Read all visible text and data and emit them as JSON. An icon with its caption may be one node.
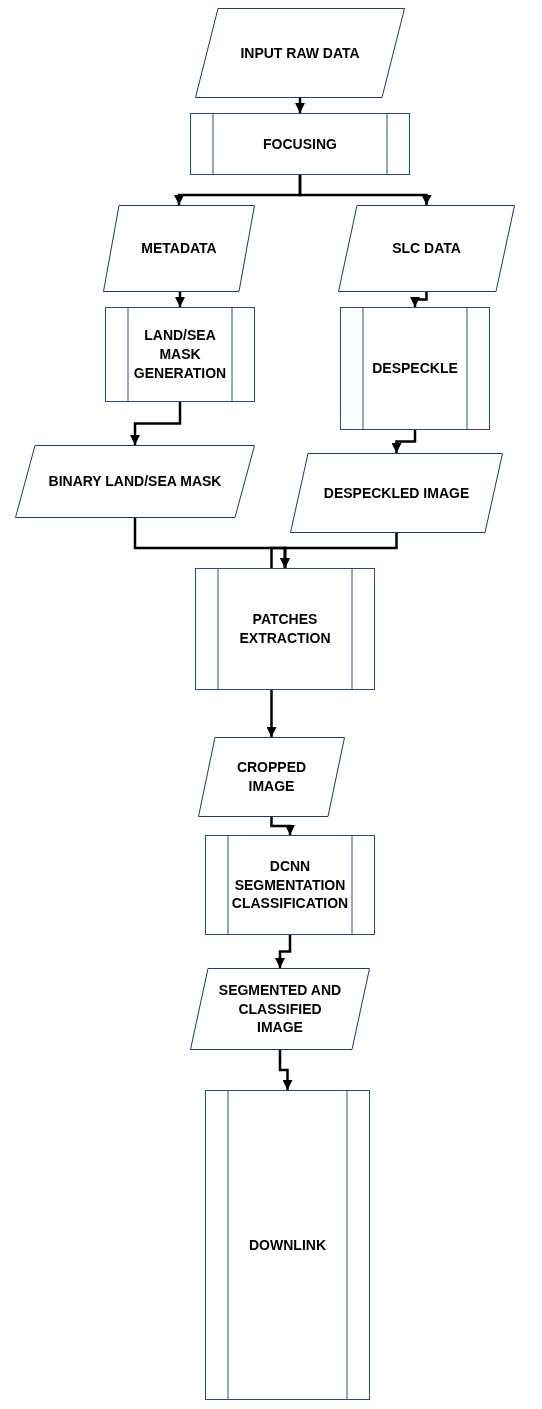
{
  "diagram": {
    "nodes": [
      {
        "text": [
          "INPUT RAW DATA"
        ]
      },
      {
        "text": [
          "FOCUSING"
        ]
      },
      {
        "text": [
          "METADATA"
        ]
      },
      {
        "text": [
          "SLC DATA"
        ]
      },
      {
        "text": [
          "LAND/SEA MASK GENERATION"
        ]
      },
      {
        "text": [
          "DESPECKLE"
        ]
      },
      {
        "text": [
          "BINARY LAND/SEA MASK"
        ]
      },
      {
        "text": [
          "DESPECKLED IMAGE"
        ]
      },
      {
        "text": [
          "PATCHES EXTRACTION"
        ]
      },
      {
        "text": [
          "CROPPED IMAGE"
        ]
      },
      {
        "text": [
          "DCNN SEGMENTATION CLASSIFICATION"
        ]
      },
      {
        "text": [
          "SEGMENTED AND CLASSIFIED IMAGE"
        ]
      },
      {
        "text": [
          "DOWNLINK"
        ]
      }
    ],
    "edges": [
      {
        "from": 0,
        "to": 1,
        "arrow": "to"
      },
      {
        "from": 1,
        "to": 2,
        "arrow": "to"
      },
      {
        "from": 1,
        "to": 3,
        "arrow": "to"
      },
      {
        "from": 2,
        "to": 4,
        "arrow": "to"
      },
      {
        "from": 3,
        "to": 5,
        "arrow": "to"
      },
      {
        "from": 4,
        "to": 6,
        "arrow": "to"
      },
      {
        "from": 5,
        "to": 7,
        "arrow": "to"
      },
      {
        "from": 6,
        "to": 8,
        "arrow": "to"
      },
      {
        "from": 7,
        "to": 8,
        "arrow": "to"
      },
      {
        "from": 8,
        "to": 9,
        "arrow": "to"
      },
      {
        "from": 9,
        "to": 10,
        "arrow": "to"
      },
      {
        "from": 10,
        "to": 11,
        "arrow": "to"
      },
      {
        "from": 11,
        "to": 12,
        "arrow": "to"
      }
    ]
  }
}
